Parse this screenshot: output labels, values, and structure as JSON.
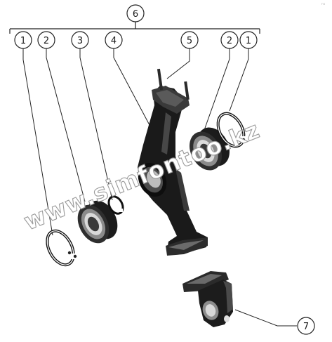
{
  "diagram": {
    "corner_mark": "ru",
    "watermark": "www.simfontoo.kz",
    "callouts": [
      {
        "id": "c6",
        "label": "6"
      },
      {
        "id": "c1a",
        "label": "1"
      },
      {
        "id": "c2a",
        "label": "2"
      },
      {
        "id": "c3",
        "label": "3"
      },
      {
        "id": "c4",
        "label": "4"
      },
      {
        "id": "c5",
        "label": "5"
      },
      {
        "id": "c2b",
        "label": "2"
      },
      {
        "id": "c1b",
        "label": "1"
      },
      {
        "id": "c7",
        "label": "7"
      }
    ]
  }
}
